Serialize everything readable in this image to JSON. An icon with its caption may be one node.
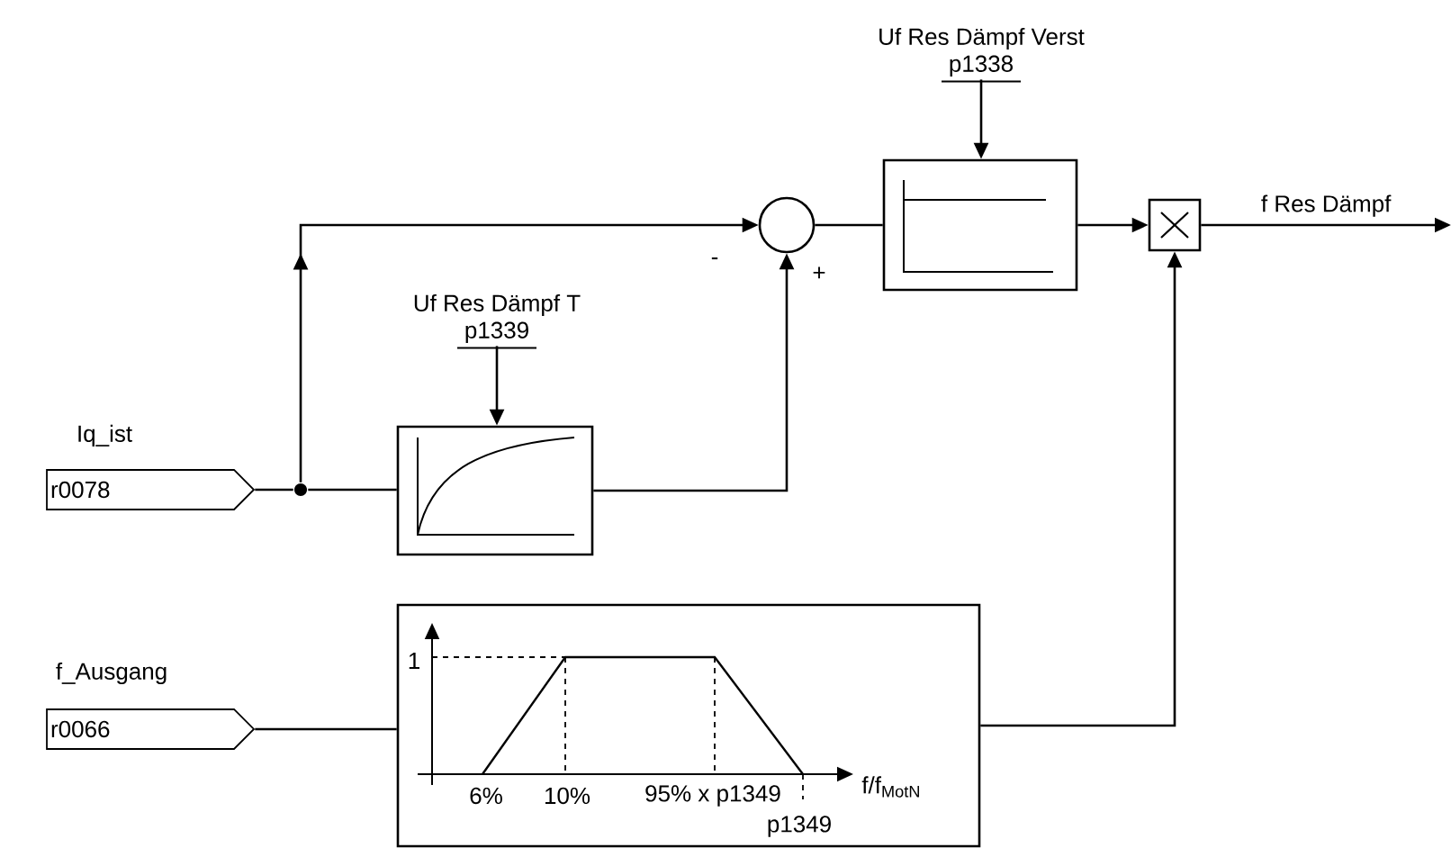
{
  "diagram": {
    "nodes": [
      {
        "text": [
          "r0078"
        ],
        "beside": [
          "Iq_ist"
        ]
      },
      {
        "text": [
          "r0066"
        ],
        "beside": [
          "f_Ausgang"
        ]
      },
      {
        "text": [],
        "shape": "circle"
      },
      {
        "text": [],
        "shape": "box"
      },
      {
        "text": [
          "Uf Res Dämpf T",
          "p1339"
        ]
      },
      {
        "text": [],
        "shape": "circle",
        "beside": [
          "-",
          "+"
        ]
      },
      {
        "text": [],
        "shape": "box"
      },
      {
        "text": [
          "Uf Res Dämpf Verst",
          "p1338"
        ]
      },
      {
        "text": [],
        "shape": "box"
      },
      {
        "text": [
          "1",
          "6%",
          "10%",
          "95% x p1349",
          "p1349",
          "f/f$_{MotN}$"
        ]
      }
    ],
    "edges": [
      {
        "from": 0,
        "to": 2,
        "arrow": "none"
      },
      {
        "from": 2,
        "to": 3,
        "arrow": "none"
      },
      {
        "from": 2,
        "to": 5,
        "arrow": "to"
      },
      {
        "from": 4,
        "to": 3,
        "arrow": "to"
      },
      {
        "from": 3,
        "to": 5,
        "arrow": "to"
      },
      {
        "from": 5,
        "to": 6,
        "arrow": "none"
      },
      {
        "from": 7,
        "to": 6,
        "arrow": "to"
      },
      {
        "from": 6,
        "to": 8,
        "arrow": "to"
      },
      {
        "from": 9,
        "to": 8,
        "arrow": "to"
      },
      {
        "from": 1,
        "to": 9,
        "arrow": "none"
      },
      {
        "from": 8,
        "to": null,
        "arrow": "to",
        "label": "f Res Dämpf"
      }
    ]
  }
}
